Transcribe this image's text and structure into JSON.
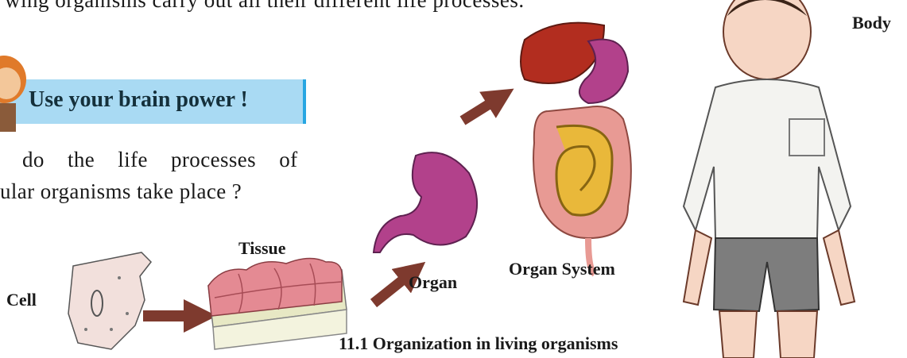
{
  "text": {
    "top_line": "wing organisms carry out all their different life processes.",
    "brain_box": "Use your brain power !",
    "paragraph_line1": "do the life processes of",
    "paragraph_line2": "ular organisms take place ?"
  },
  "labels": {
    "cell": "Cell",
    "tissue": "Tissue",
    "organ": "Organ",
    "organ_system": "Organ System",
    "body": "Body"
  },
  "caption": "11.1 Organization in living organisms",
  "colors": {
    "brain_box_fill": "#a9daf3",
    "brain_box_edge": "#27a6e2",
    "arrow": "#7e3a2e",
    "stomach": "#b2418b",
    "liver": "#b22d1f",
    "intestine_small": "#e9b83a",
    "intestine_large": "#e89a94"
  }
}
